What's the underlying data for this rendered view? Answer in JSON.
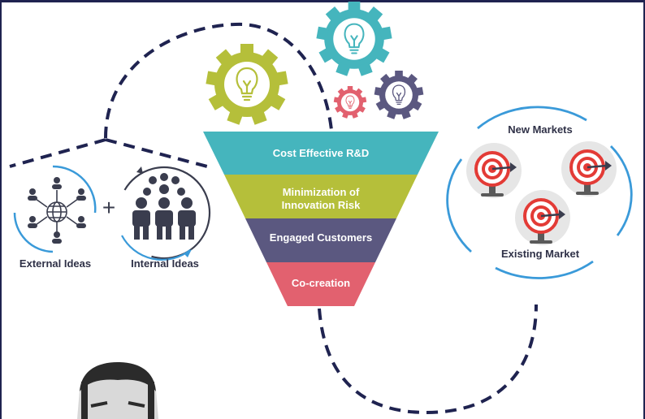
{
  "ideas": {
    "external_label": "External Ideas",
    "internal_label": "Internal Ideas",
    "plus_sign": "+"
  },
  "funnel": {
    "stages": [
      {
        "label": "Cost Effective R&D",
        "color": "#45b5bd"
      },
      {
        "label": "Minimization of Innovation Risk",
        "color": "#b5bf3a"
      },
      {
        "label": "Engaged Customers",
        "color": "#5b5880"
      },
      {
        "label": "Co-creation",
        "color": "#e2616f"
      }
    ]
  },
  "markets": {
    "new_label": "New Markets",
    "existing_label": "Existing Market"
  },
  "colors": {
    "dash": "#1f2350",
    "ring": "#3a9ad9",
    "gear_large": "#b5bf3a",
    "gear_teal": "#45b5bd",
    "gear_purple": "#5b5880",
    "gear_red": "#e2616f",
    "target": "#e33b36",
    "icon_dark": "#3a3d4e"
  }
}
